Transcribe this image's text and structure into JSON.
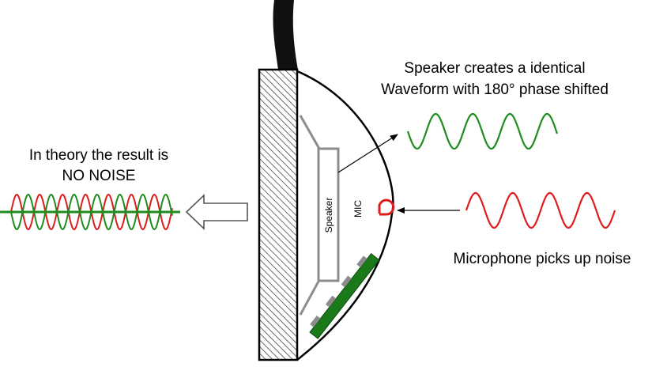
{
  "labels": {
    "speaker_caption_line1": "Speaker creates a identical",
    "speaker_caption_line2": "Waveform with 180° phase shifted",
    "result_line1": "In theory the result is",
    "result_line2": "NO NOISE",
    "mic_caption": "Microphone picks up noise",
    "speaker_label": "Speaker",
    "mic_label": "MIC"
  },
  "colors": {
    "noise_wave": "#dd1c1c",
    "anti_noise_wave": "#1e8c1e",
    "speaker_outline": "#8c8c8c",
    "circuit_board": "#1a7a1a",
    "housing_hatch": "#4a4a4a",
    "cable": "#111111"
  },
  "icons": {
    "result_arrow": "hollow-left-arrow",
    "signal_arrow": "right-to-left-arrow"
  }
}
